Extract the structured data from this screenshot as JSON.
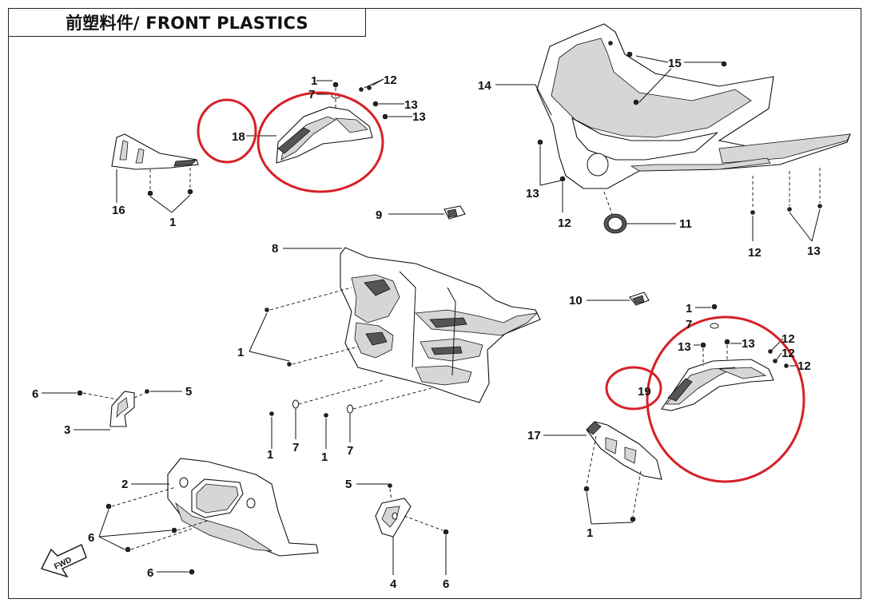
{
  "title": "前塑料件/ FRONT PLASTICS",
  "callouts": [
    "1",
    "2",
    "3",
    "4",
    "5",
    "6",
    "7",
    "8",
    "9",
    "10",
    "11",
    "12",
    "13",
    "14",
    "15",
    "16",
    "17",
    "18",
    "19"
  ],
  "fwd_badge": "FWD",
  "colors": {
    "highlight": "#d62027",
    "line": "#111111",
    "shade": "#d6d6d6"
  }
}
